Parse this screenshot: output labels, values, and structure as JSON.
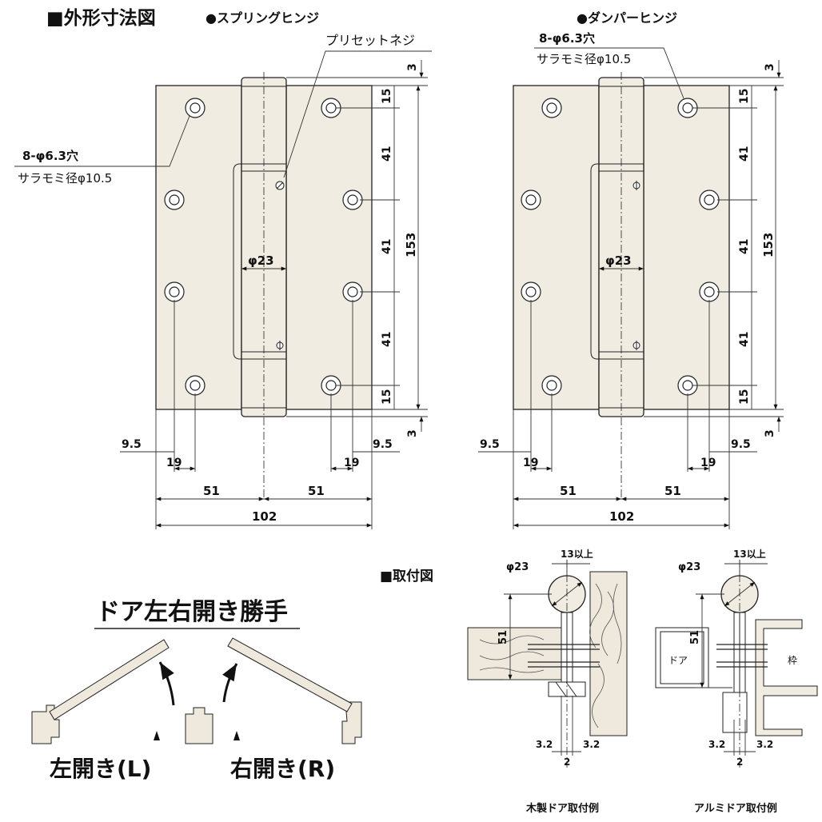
{
  "headings": {
    "outline": "■外形寸法図",
    "spring": "●スプリングヒンジ",
    "damper": "●ダンパーヒンジ",
    "mounting": "■取付図"
  },
  "spring_hinge": {
    "preset_screw": "プリセットネジ",
    "hole_spec": "8-φ6.3穴",
    "countersink": "サラモミ径φ10.5",
    "barrel_dia": "φ23",
    "dims_right": [
      "3",
      "15",
      "41",
      "41",
      "41",
      "15",
      "3"
    ],
    "total_height": "153",
    "bottom_dims": {
      "edge_l": "9.5",
      "hole_l": "19",
      "edge_r": "9.5",
      "hole_r": "19",
      "half_l": "51",
      "half_r": "51",
      "total": "102"
    }
  },
  "damper_hinge": {
    "hole_spec": "8-φ6.3穴",
    "countersink": "サラモミ径φ10.5",
    "barrel_dia": "φ23",
    "dims_right": [
      "3",
      "15",
      "41",
      "41",
      "41",
      "15",
      "3"
    ],
    "total_height": "153",
    "bottom_dims": {
      "edge_l": "9.5",
      "hole_l": "19",
      "edge_r": "9.5",
      "hole_r": "19",
      "half_l": "51",
      "half_r": "51",
      "total": "102"
    }
  },
  "hand": {
    "title": "ドア左右開き勝手",
    "left": "左開き(L)",
    "right": "右開き(R)"
  },
  "mount_wood": {
    "dia": "φ23",
    "clearance": "13以上",
    "height": "51",
    "d1": "3.2",
    "d2": "3.2",
    "d3": "2",
    "caption": "木製ドア取付例"
  },
  "mount_alu": {
    "dia": "φ23",
    "clearance": "13以上",
    "height": "51",
    "door": "ドア",
    "frame": "枠",
    "d1": "3.2",
    "d2": "3.2",
    "d3": "2",
    "caption": "アルミドア取付例"
  }
}
